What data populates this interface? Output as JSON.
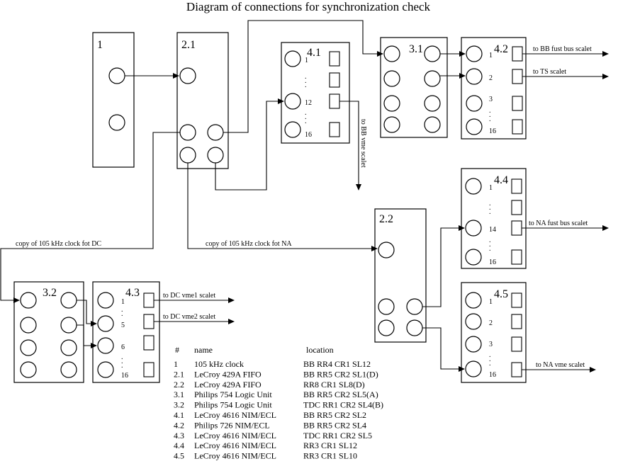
{
  "title": "Diagram of connections for synchronization check",
  "modules": {
    "m1": "1",
    "m21": "2.1",
    "m22": "2.2",
    "m31": "3.1",
    "m32": "3.2",
    "m41": "4.1",
    "m42": "4.2",
    "m43": "4.3",
    "m44": "4.4",
    "m45": "4.5"
  },
  "channels": {
    "c1": "1",
    "c2": "2",
    "c3": "3",
    "c5": "5",
    "c6": "6",
    "c12": "12",
    "c14": "14",
    "c16": "16",
    "dots": "."
  },
  "outputs": {
    "bb_fastbus": "to BB fust bus scalet",
    "ts": "to TS scalet",
    "bb_vme": "to BB vme scalet",
    "na_fastbus": "to NA fust bus scalet",
    "na_vme": "to NA vme scalet",
    "dc_vme1": "to DC vme1 scalet",
    "dc_vme2": "to DC vme2 scalet",
    "copy_dc": "copy of 105 kHz clock fot DC",
    "copy_na": "copy of 105 kHz clock fot NA"
  },
  "legend": {
    "headers": {
      "num": "#",
      "name": "name",
      "location": "location"
    },
    "rows": [
      {
        "num": "1",
        "name": "105 kHz clock",
        "location": "BB RR4 CR1 SL12"
      },
      {
        "num": "2.1",
        "name": "LeCroy 429A FIFO",
        "location": "BB RR5 CR2 SL1(D)"
      },
      {
        "num": "2.2",
        "name": "LeCroy 429A FIFO",
        "location": "RR8 CR1 SL8(D)"
      },
      {
        "num": "3.1",
        "name": "Philips 754 Logic Unit",
        "location": "BB RR5 CR2 SL5(A)"
      },
      {
        "num": "3.2",
        "name": "Philips 754 Logic Unit",
        "location": "TDC RR1 CR2 SL4(B)"
      },
      {
        "num": "4.1",
        "name": "LeCroy 4616 NIM/ECL",
        "location": "BB RR5 CR2 SL2"
      },
      {
        "num": "4.2",
        "name": "Philips 726 NIM/ECL",
        "location": "BB RR5 CR2 SL4"
      },
      {
        "num": "4.3",
        "name": "LeCroy 4616 NIM/ECL",
        "location": "TDC RR1 CR2 SL5"
      },
      {
        "num": "4.4",
        "name": "LeCroy 4616 NIM/ECL",
        "location": "RR3 CR1 SL12"
      },
      {
        "num": "4.5",
        "name": "LeCroy 4616 NIM/ECL",
        "location": "RR3 CR1 SL10"
      }
    ]
  }
}
